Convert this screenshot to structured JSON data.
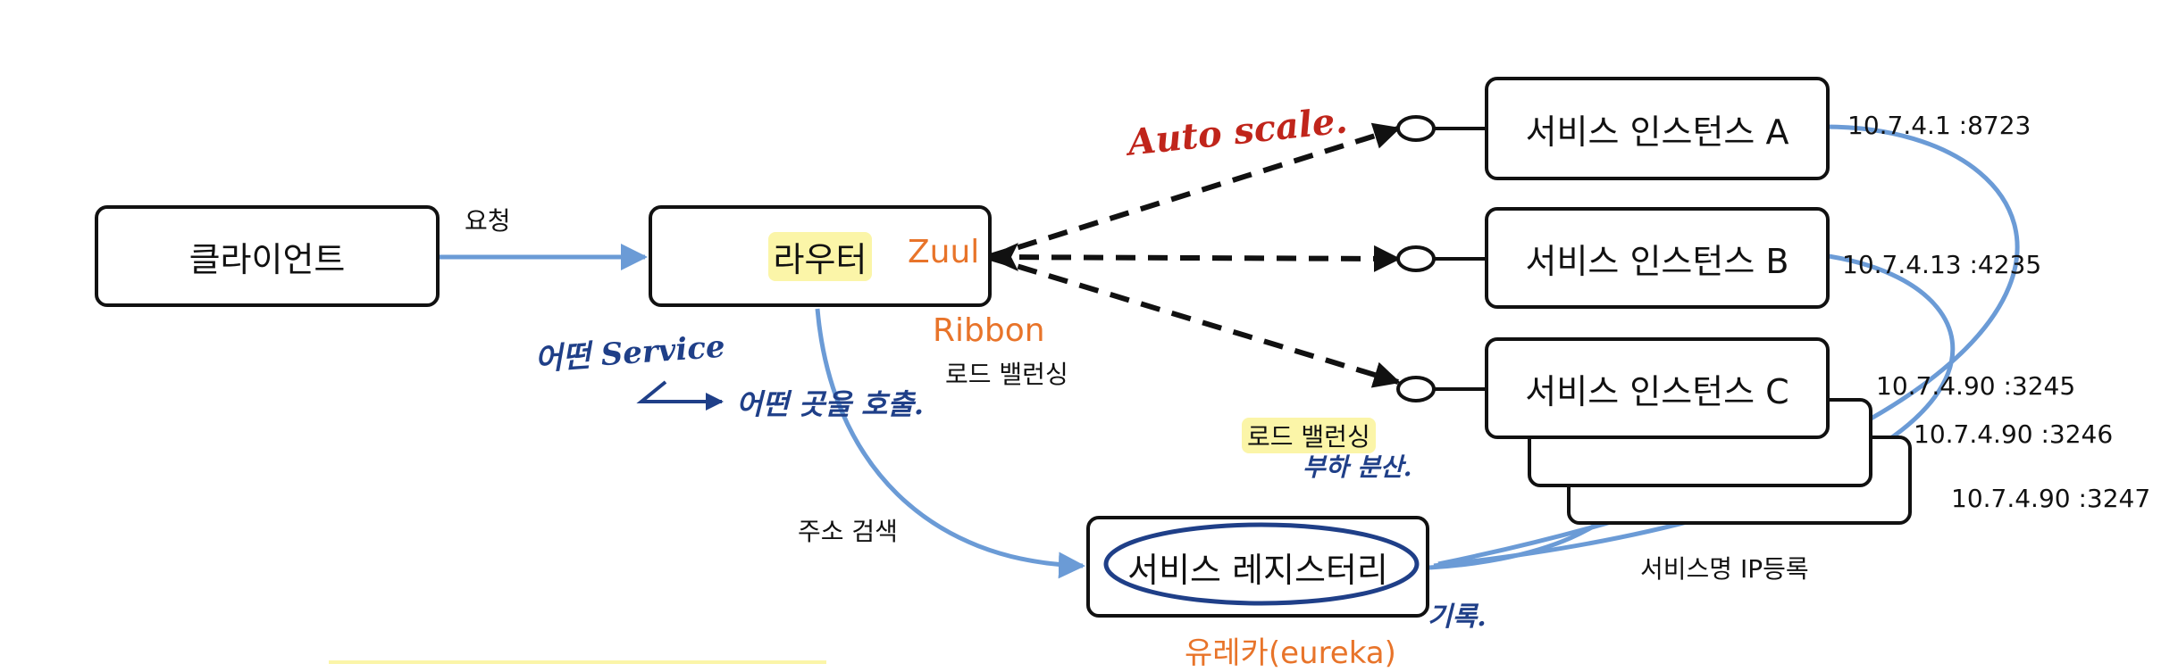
{
  "nodes": {
    "client": "클라이언트",
    "router": "라우터",
    "instance_a": "서비스 인스턴스 A",
    "instance_b": "서비스 인스턴스 B",
    "instance_c": "서비스 인스턴스 C",
    "registry": "서비스 레지스터리"
  },
  "labels": {
    "request": "요청",
    "zuul": "Zuul",
    "ribbon": "Ribbon",
    "load_balancing": "로드 밸런싱",
    "address_lookup": "주소 검색",
    "load_balancing_2": "로드 밸런싱",
    "eureka": "유레카(eureka)",
    "register": "서비스명 IP등록",
    "ip_a": "10.7.4.1 :8723",
    "ip_b": "10.7.4.13 :4235",
    "ip_c1": "10.7.4.90 :3245",
    "ip_c2": "10.7.4.90 :3246",
    "ip_c3": "10.7.4.90 :3247"
  },
  "annotations": {
    "auto_scale": "Auto scale.",
    "which_service": "어떤 Service",
    "which_call": "어떤 곳을 호출.",
    "load_distribution": "부하 분산.",
    "record": "기록."
  },
  "colors": {
    "flow_blue": "#6b9bd6",
    "dark_blue": "#1f3f88",
    "orange": "#e8742a",
    "highlight": "#fbf5a8",
    "hand_red": "#c0251b"
  }
}
